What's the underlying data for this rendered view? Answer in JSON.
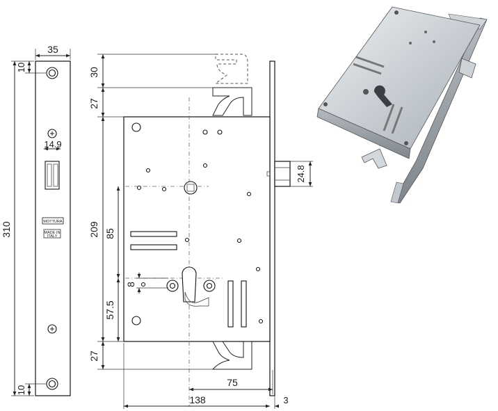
{
  "dimensions": {
    "faceplate_width": "35",
    "faceplate_top_offset": "10",
    "faceplate_bottom_offset": "10",
    "faceplate_length": "310",
    "screw_spacing": "14.9",
    "top_clearance": "30",
    "latch_upper_offset": "27",
    "latch_lower_offset": "27",
    "case_height": "209",
    "follower_to_cylinder": "85",
    "cylinder_to_bottom": "57.5",
    "small_offset": "8",
    "backset": "75",
    "case_depth": "138",
    "faceplate_thickness": "3",
    "bolt_height": "24.8"
  },
  "faceplate_labels": {
    "brand": "MOTTURA",
    "origin_line1": "MADE IN",
    "origin_line2": "ITALY"
  },
  "colors": {
    "line": "#222222",
    "metal_light": "#d9dde0",
    "metal_dark": "#8a9096"
  }
}
